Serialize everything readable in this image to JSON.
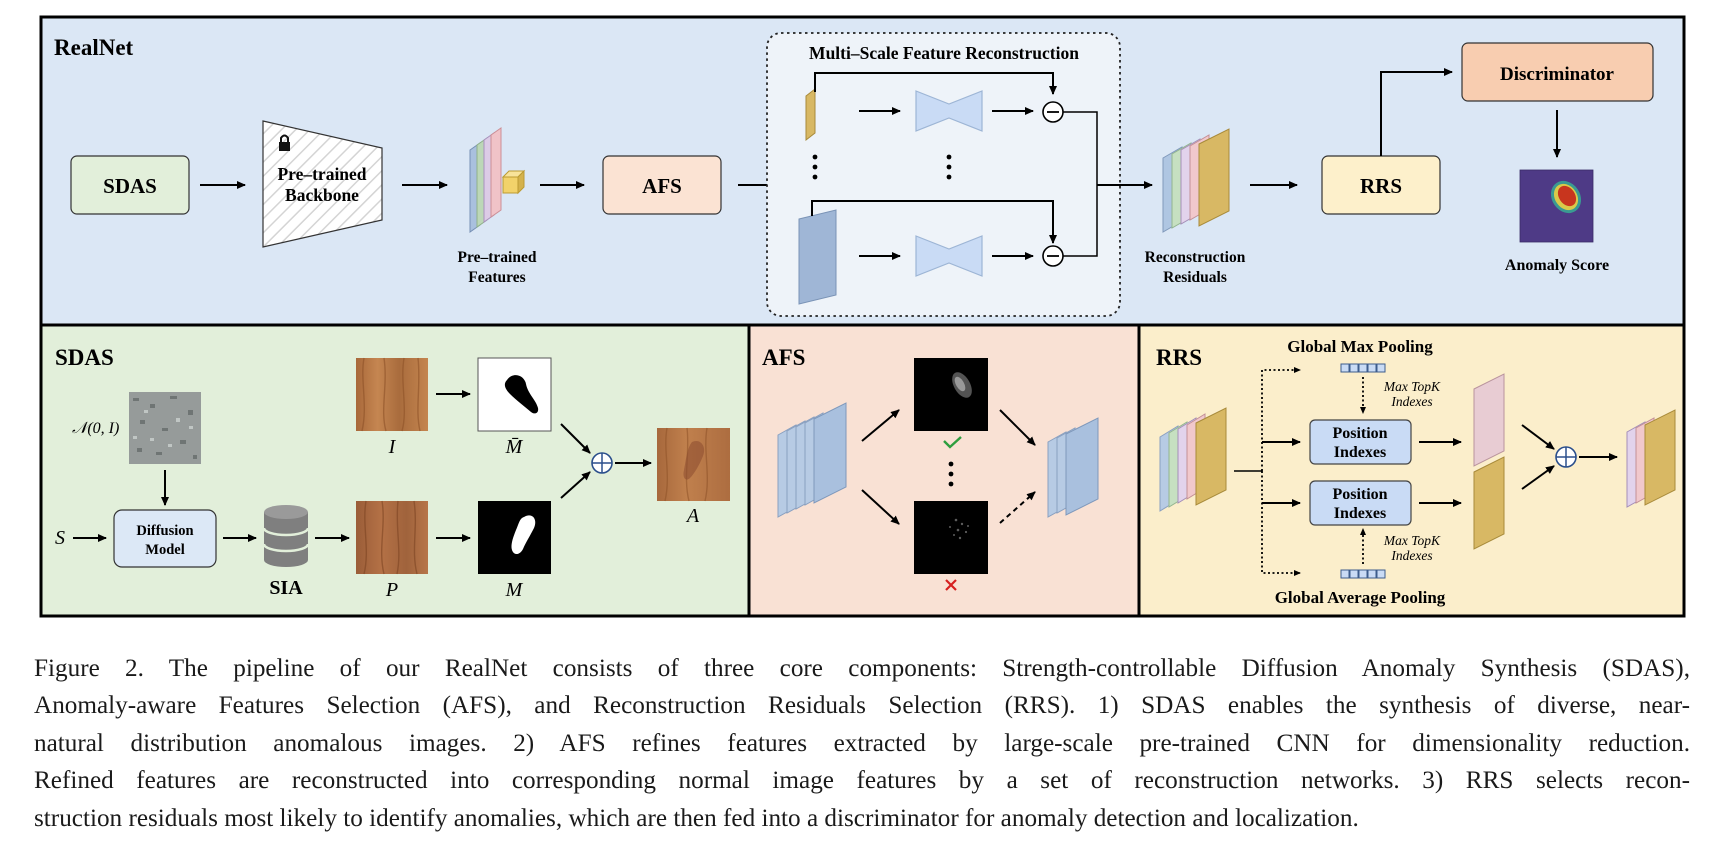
{
  "realnet": {
    "title": "RealNet",
    "sdas_label": "SDAS",
    "backbone_label_1": "Pre–trained",
    "backbone_label_2": "Backbone",
    "features_label_1": "Pre–trained",
    "features_label_2": "Features",
    "afs_label": "AFS",
    "msfr_title": "Multi–Scale Feature Reconstruction",
    "residuals_label_1": "Reconstruction",
    "residuals_label_2": "Residuals",
    "rrs_label": "RRS",
    "discriminator_label": "Discriminator",
    "anomaly_score_label": "Anomaly Score"
  },
  "sdas": {
    "title": "SDAS",
    "noise_label": "𝒩(0, I)",
    "s_label": "S",
    "diffusion_label_1": "Diffusion",
    "diffusion_label_2": "Model",
    "sia_label": "SIA",
    "i_label": "I",
    "m_bar_label": "M̄",
    "p_label": "P",
    "m_label": "M",
    "a_label": "A"
  },
  "afs": {
    "title": "AFS"
  },
  "rrs": {
    "title": "RRS",
    "gmp_label": "Global Max Pooling",
    "gap_label": "Global Average Pooling",
    "topk_label_1": "Max TopK",
    "topk_label_2": "Indexes",
    "pos_label_1": "Position",
    "pos_label_2": "Indexes"
  },
  "caption": {
    "line1": "Figure 2.  The pipeline of our RealNet consists of three core components:  Strength-controllable Diffusion Anomaly Synthesis (SDAS),",
    "line2": "Anomaly-aware Features Selection (AFS), and Reconstruction Residuals Selection (RRS). 1) SDAS enables the synthesis of diverse, near-",
    "line3": "natural distribution anomalous images.  2) AFS refines features extracted by large-scale pre-trained CNN for dimensionality reduction.",
    "line4": "Refined features are reconstructed into corresponding normal image features by a set of reconstruction networks.  3) RRS selects recon-",
    "line5": "struction residuals most likely to identify anomalies, which are then fed into a discriminator for anomaly detection and localization."
  },
  "colors": {
    "realnet_bg": "#dbe7f5",
    "sdas_bg": "#e2efda",
    "afs_bg": "#f9e1d4",
    "rrs_bg": "#fbeecb",
    "sdas_box": "#e2efda",
    "afs_box": "#fbe3d3",
    "rrs_box": "#fdf0cb",
    "discriminator_box": "#f8cdb0",
    "check": "#2e9e3e",
    "cross": "#d62020"
  }
}
